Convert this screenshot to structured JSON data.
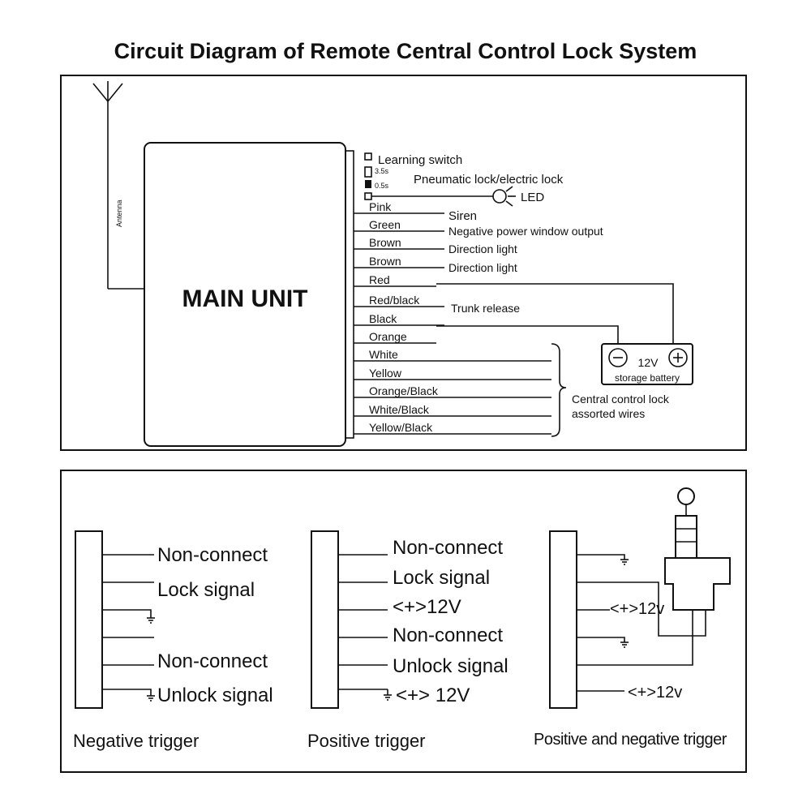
{
  "title": "Circuit Diagram of Remote Central Control Lock System",
  "main_unit": "MAIN UNIT",
  "antenna": "Antenna",
  "switches": {
    "learning": "Learning switch",
    "t35": "3.5s",
    "t05": "0.5s",
    "pneumatic": "Pneumatic lock/electric lock",
    "led": "LED"
  },
  "wires": [
    "Pink",
    "Green",
    "Brown",
    "Brown",
    "Red",
    "Red/black",
    "Black",
    "Orange",
    "White",
    "Yellow",
    "Orange/Black",
    "White/Black",
    "Yellow/Black"
  ],
  "functions": {
    "siren": "Siren",
    "window": "Negative power window output",
    "direction1": "Direction light",
    "direction2": "Direction light",
    "trunk": "Trunk release",
    "central1": "Central control lock",
    "central2": "assorted wires"
  },
  "battery": {
    "minus": "−",
    "plus": "+",
    "voltage": "12V",
    "label": "storage battery"
  },
  "negative": {
    "caption": "Negative trigger",
    "labels": [
      "Non-connect",
      "Lock signal",
      "Non-connect",
      "Unlock signal"
    ]
  },
  "positive": {
    "caption": "Positive  trigger",
    "labels": [
      "Non-connect",
      "Lock signal",
      "<+>12V",
      "Non-connect",
      "Unlock signal",
      "<+> 12V"
    ]
  },
  "posneg": {
    "caption": "Positive and negative trigger",
    "labels": [
      "<+>12v",
      "<+>12v"
    ]
  }
}
